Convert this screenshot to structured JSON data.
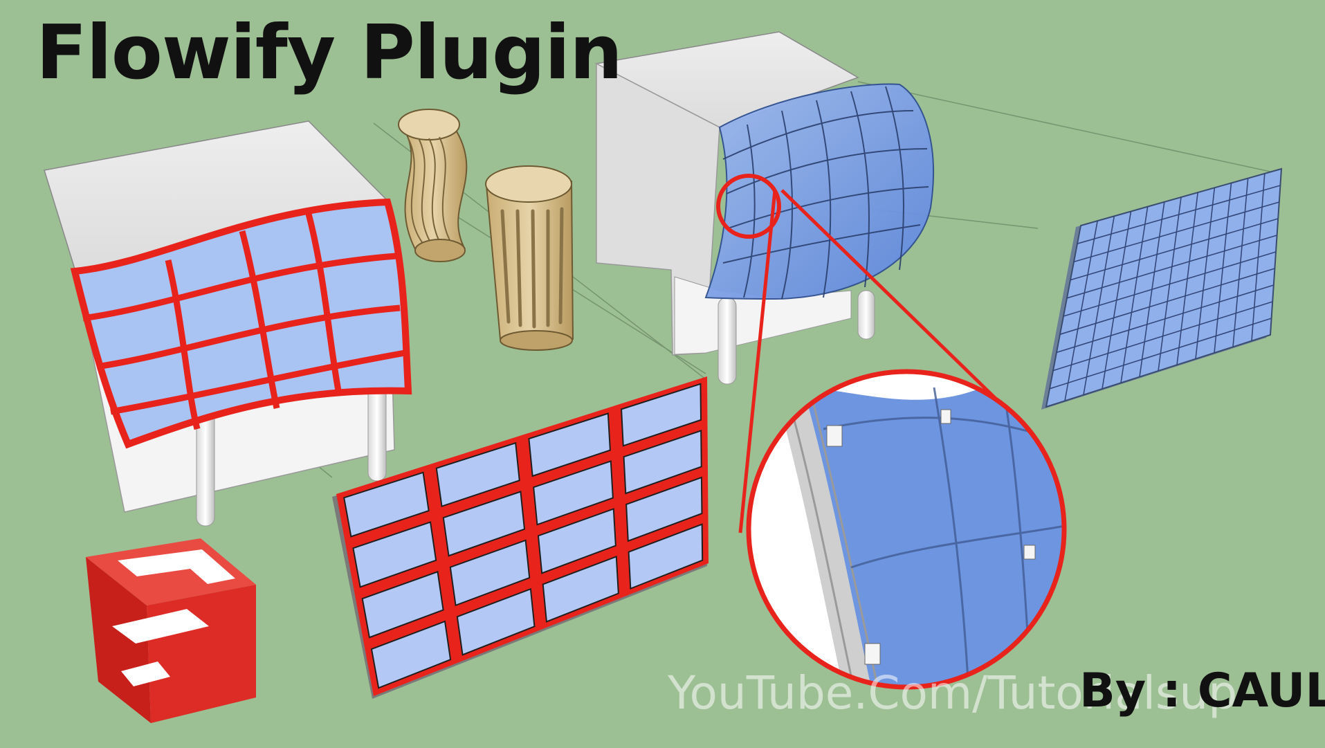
{
  "title": "Flowify Plugin",
  "watermark": "YouTube.Com/Tutorialsup",
  "credit": "By : CAUL",
  "colors": {
    "background": "#9dbf94",
    "frame_red": "#e8231c",
    "glass_blue": "#a9c3f2",
    "dome_blue": "#7fa6ea",
    "box_white": "#f2f2f2",
    "column_tan": "#d8c08d",
    "logo_red": "#dd2b25"
  },
  "icons": {
    "logo": "sketchup-logo-icon"
  }
}
